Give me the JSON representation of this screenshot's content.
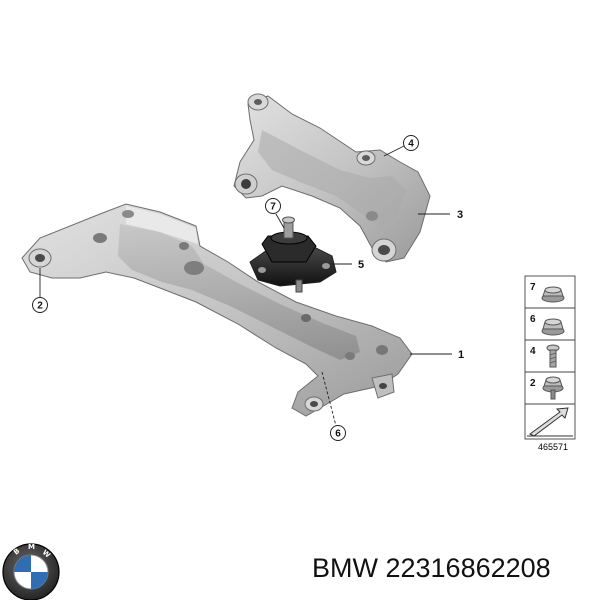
{
  "callouts": {
    "c1": "1",
    "c2": "2",
    "c3": "3",
    "c4": "4",
    "c5": "5",
    "c6": "6",
    "c7": "7"
  },
  "legend": {
    "items": [
      {
        "number": "7",
        "icon": "flange-nut-icon"
      },
      {
        "number": "6",
        "icon": "flange-nut-icon"
      },
      {
        "number": "4",
        "icon": "bolt-icon"
      },
      {
        "number": "2",
        "icon": "hex-flange-bolt-icon"
      }
    ],
    "direction_icon": "front-arrow-icon",
    "diagram_id": "465571"
  },
  "caption": "BMW 22316862208",
  "logo": {
    "brand": "BMW",
    "letters": "BMW"
  }
}
